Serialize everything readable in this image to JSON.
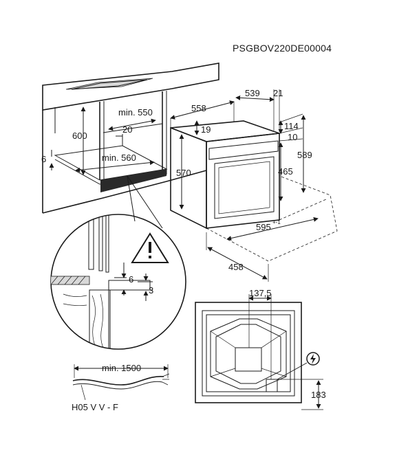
{
  "diagram": {
    "code": "PSGBOV220DE00004",
    "cabinet": {
      "depth_min": "min. 550",
      "height": "600",
      "gap_top": "20",
      "width_min": "min. 560",
      "offset": "6"
    },
    "oven": {
      "depth": "558",
      "body_depth": "539",
      "front": "21",
      "panel_top": "19",
      "height": "570",
      "top_ext": "114",
      "ext2": "10",
      "inner_height": "465",
      "total_height": "589",
      "width": "595",
      "width_tol": "+-1",
      "depth2": "458"
    },
    "detail": {
      "gap_a": "6",
      "gap_b": "3"
    },
    "back_view": {
      "offset_top": "137,5",
      "offset_bottom": "183"
    },
    "cable": {
      "length": "min. 1500",
      "type": "H05 V V - F"
    },
    "icons": [
      "warning-icon",
      "electric-connection-icon"
    ]
  }
}
